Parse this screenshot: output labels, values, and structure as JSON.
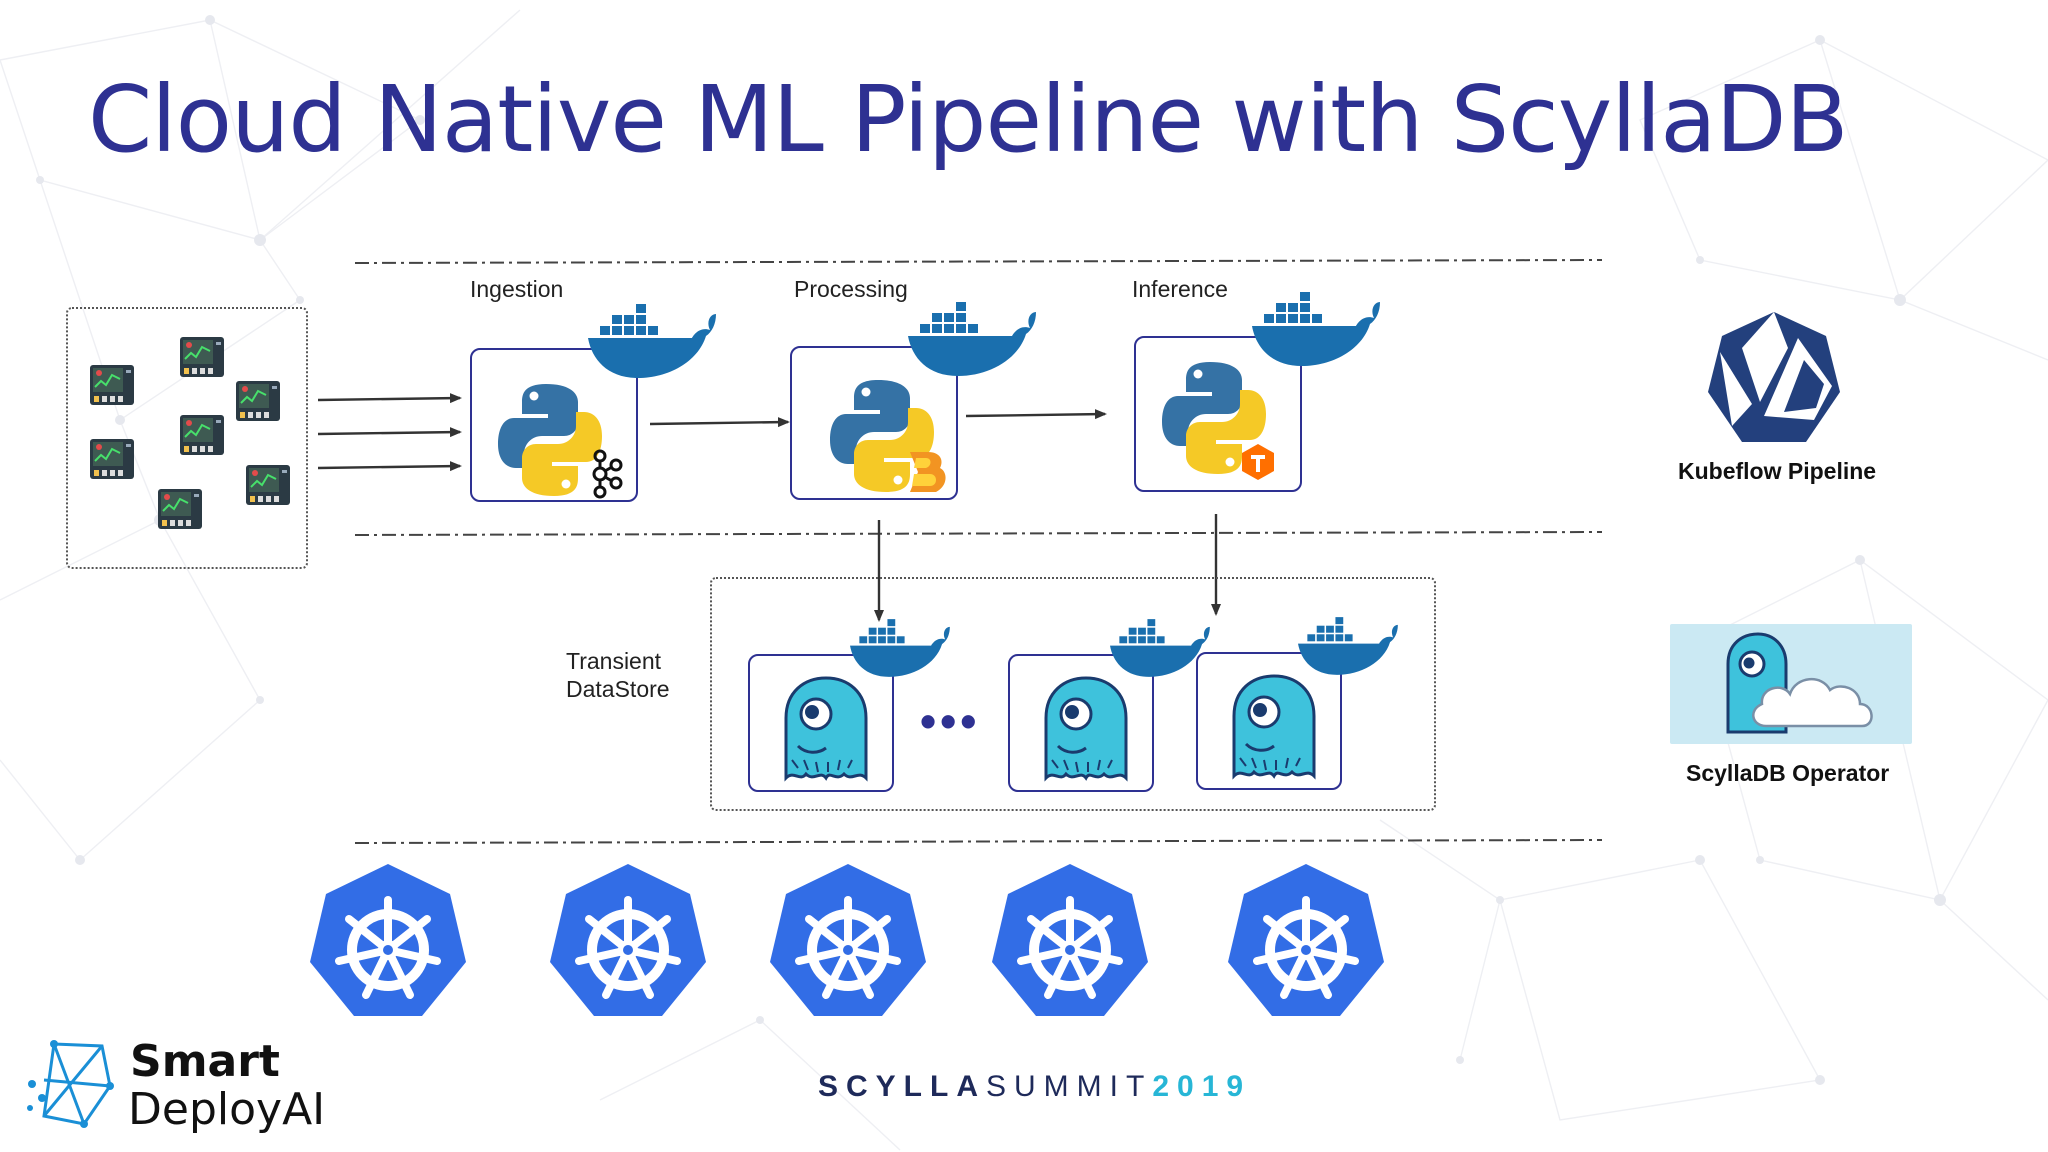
{
  "slide": {
    "title": "Cloud Native ML Pipeline with ScyllaDB"
  },
  "stages": {
    "ingestion": "Ingestion",
    "processing": "Processing",
    "inference": "Inference"
  },
  "datastore": {
    "label": "Transient\nDataStore",
    "ellipsis": "•••"
  },
  "logos": {
    "kubeflow": "Kubeflow Pipeline",
    "scylla_operator": "ScyllaDB Operator"
  },
  "footer": {
    "brand_line1": "Smart",
    "brand_line2": "DeployAI",
    "event_part1": "SCYLLA",
    "event_part2": "SUMMIT",
    "event_part3": "2019"
  },
  "icons": {
    "container": "docker-whale-icon",
    "runtime": "python-icon",
    "ingestion_tool": "kafka-icon",
    "processing_tool": "bigdl-icon",
    "inference_tool": "tensorflow-icon",
    "database": "scylla-monster-icon",
    "cluster_node": "kubernetes-helm-icon",
    "pipeline": "kubeflow-icon",
    "edge_device": "iot-device-icon"
  },
  "colors": {
    "title": "#2e3192",
    "box_border": "#2e3192",
    "docker_blue": "#1a6fae",
    "kubernetes_blue": "#326de6",
    "scylla_cyan": "#3ec2dc",
    "kubeflow_navy": "#23407d",
    "summit_accent": "#27b6d6"
  }
}
